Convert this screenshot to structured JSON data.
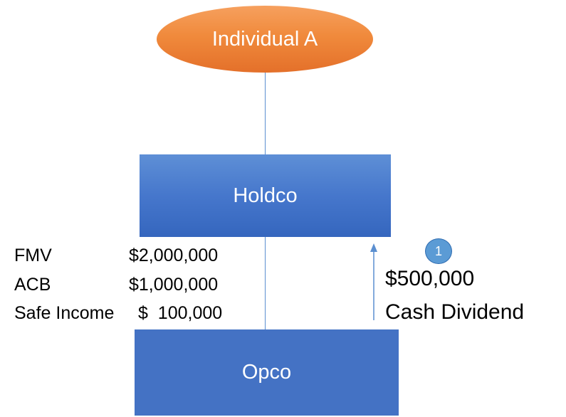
{
  "nodes": {
    "individual": "Individual A",
    "holdco": "Holdco",
    "opco": "Opco"
  },
  "share_info": {
    "rows": [
      {
        "label": "FMV",
        "value": "$2,000,000"
      },
      {
        "label": "ACB",
        "value": "$1,000,000"
      },
      {
        "label": "Safe Income",
        "value": "$  100,000"
      }
    ]
  },
  "dividend": {
    "step": "1",
    "amount": "$500,000",
    "description": "Cash Dividend"
  },
  "colors": {
    "individual_fill": "#ed7d31",
    "company_fill": "#4472c4",
    "connector": "#5b8fd0",
    "badge": "#5b9bd5"
  }
}
